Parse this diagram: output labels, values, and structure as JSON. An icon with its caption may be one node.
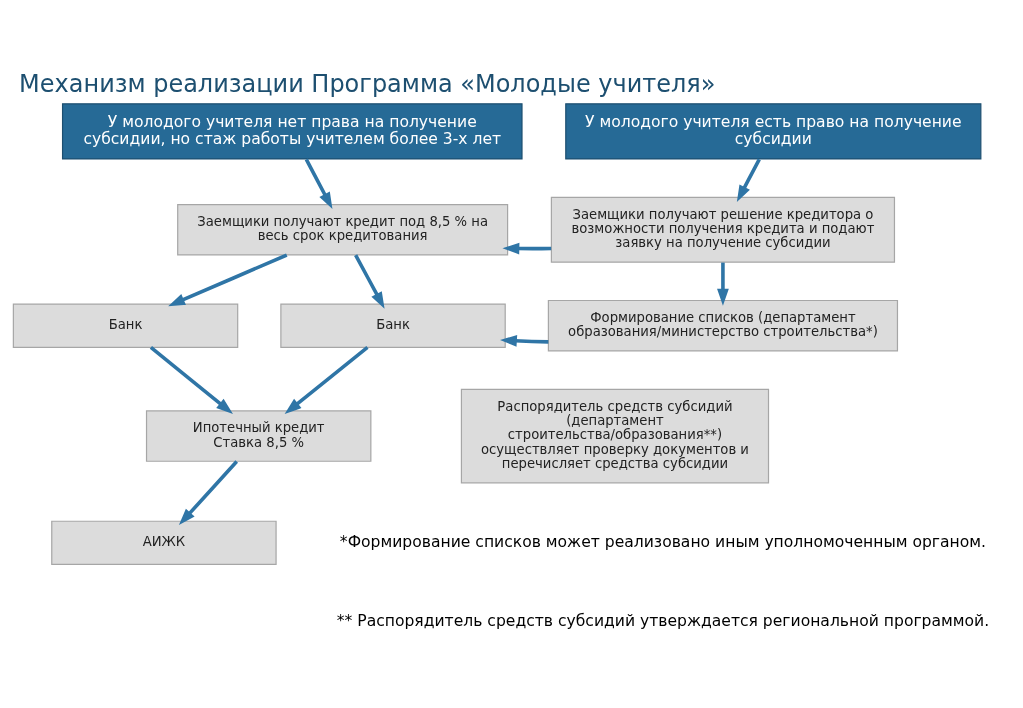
{
  "diagram": {
    "title": "Механизм реализации Программа «Молодые учителя»",
    "nodes": [
      {
        "text": [
          "У молодого учителя нет права на получение субсидии, но стаж работы учителем более 3-х лет"
        ]
      },
      {
        "text": [
          "У молодого учителя есть право на получение субсидии"
        ]
      },
      {
        "text": [
          "Заемщики получают кредит под 8,5 % на весь срок кредитования"
        ]
      },
      {
        "text": [
          "Заемщики получают решение кредитора о возможности получения кредита и подают заявку на получение субсидии"
        ]
      },
      {
        "text": [
          "Банк"
        ]
      },
      {
        "text": [
          "Банк"
        ]
      },
      {
        "text": [
          "Формирование списков (департамент образования/министерство строительства*)"
        ]
      },
      {
        "text": [
          "Ипотечный кредит",
          "Ставка 8,5 %"
        ]
      },
      {
        "text": [
          "Распорядитель средств субсидий (департамент строительства/образования**) осуществляет проверку документов и перечисляет средства субсидии"
        ]
      },
      {
        "text": [
          "АИЖК"
        ]
      }
    ],
    "edges": [
      {
        "from": 0,
        "to": 2,
        "arrow": "to"
      },
      {
        "from": 1,
        "to": 3,
        "arrow": "to"
      },
      {
        "from": 3,
        "to": 2,
        "arrow": "to"
      },
      {
        "from": 2,
        "to": 4,
        "arrow": "to"
      },
      {
        "from": 2,
        "to": 5,
        "arrow": "to"
      },
      {
        "from": 3,
        "to": 6,
        "arrow": "to"
      },
      {
        "from": 6,
        "to": 5,
        "arrow": "to"
      },
      {
        "from": 4,
        "to": 7,
        "arrow": "to"
      },
      {
        "from": 5,
        "to": 7,
        "arrow": "to"
      },
      {
        "from": 7,
        "to": 9,
        "arrow": "to"
      }
    ],
    "labels": [
      "*Формирование списков может реализовано иным уполномоченным органом.",
      "** Распорядитель средств субсидий утверждается региональной программой."
    ]
  }
}
